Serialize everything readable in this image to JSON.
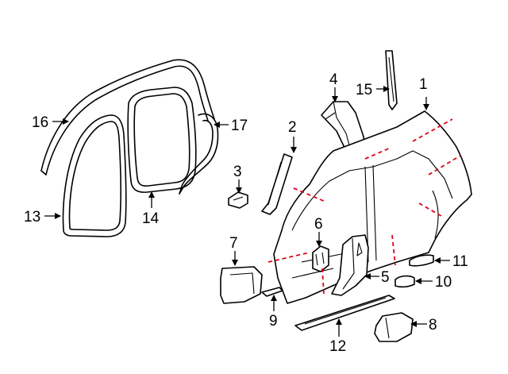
{
  "callouts": [
    {
      "id": "1",
      "label": "1"
    },
    {
      "id": "2",
      "label": "2"
    },
    {
      "id": "3",
      "label": "3"
    },
    {
      "id": "4",
      "label": "4"
    },
    {
      "id": "5",
      "label": "5"
    },
    {
      "id": "6",
      "label": "6"
    },
    {
      "id": "7",
      "label": "7"
    },
    {
      "id": "8",
      "label": "8"
    },
    {
      "id": "9",
      "label": "9"
    },
    {
      "id": "10",
      "label": "10"
    },
    {
      "id": "11",
      "label": "11"
    },
    {
      "id": "12",
      "label": "12"
    },
    {
      "id": "13",
      "label": "13"
    },
    {
      "id": "14",
      "label": "14"
    },
    {
      "id": "15",
      "label": "15"
    },
    {
      "id": "16",
      "label": "16"
    },
    {
      "id": "17",
      "label": "17"
    }
  ],
  "colors": {
    "line": "#000000",
    "cut_line": "#e0001b",
    "background": "#ffffff"
  }
}
